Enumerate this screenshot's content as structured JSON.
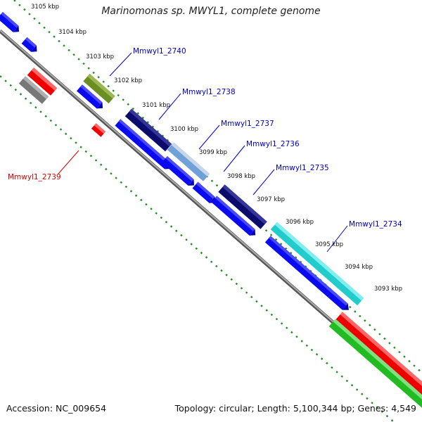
{
  "title": "Marinomonas sp. MWYL1, complete genome",
  "footer": {
    "accession": "Accession: NC_009654",
    "summary": "Topology: circular; Length: 5,100,344 bp; Genes: 4,549"
  },
  "ticks": [
    "3105 kbp",
    "3104 kbp",
    "3103 kbp",
    "3102 kbp",
    "3101 kbp",
    "3100 kbp",
    "3099 kbp",
    "3098 kbp",
    "3097 kbp",
    "3096 kbp",
    "3095 kbp",
    "3094 kbp",
    "3093 kbp"
  ],
  "gene_labels": [
    {
      "text": "Mmwyl1_2740",
      "color": "#0000cc"
    },
    {
      "text": "Mmwyl1_2738",
      "color": "#0000cc"
    },
    {
      "text": "Mmwyl1_2737",
      "color": "#0000cc"
    },
    {
      "text": "Mmwyl1_2736",
      "color": "#0000cc"
    },
    {
      "text": "Mmwyl1_2735",
      "color": "#0000cc"
    },
    {
      "text": "Mmwyl1_2734",
      "color": "#0000cc"
    },
    {
      "text": "Mmwyl1_2739",
      "color": "#dd0000"
    }
  ],
  "colors": {
    "backbone": "#808080",
    "cds": "#0a0af0",
    "dark_navy": "#0b0b6e",
    "olive": "#6b8e23",
    "steelblue": "#6fa0d8",
    "cyan": "#22cccc",
    "red": "#ee0000",
    "gray": "#777777",
    "green": "#22bb22",
    "tick": "#228b22"
  }
}
